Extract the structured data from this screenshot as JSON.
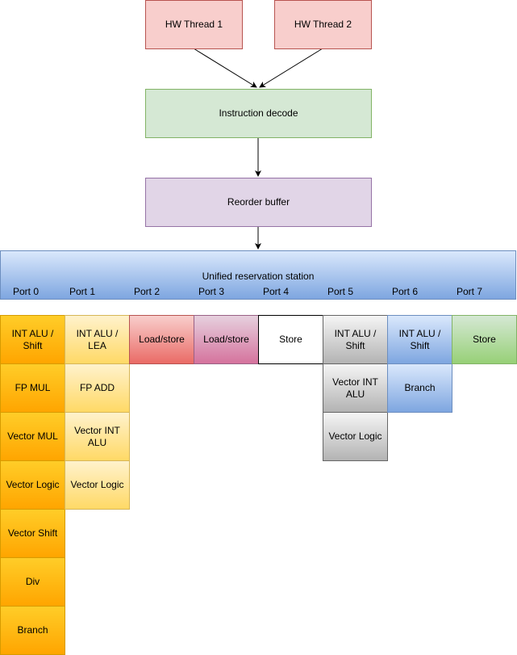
{
  "threads": [
    "HW Thread 1",
    "HW Thread 2"
  ],
  "decode": "Instruction decode",
  "reorder": "Reorder buffer",
  "reservation_station": {
    "title": "Unified reservation station",
    "ports": [
      "Port 0",
      "Port 1",
      "Port 2",
      "Port 3",
      "Port 4",
      "Port 5",
      "Port 6",
      "Port 7"
    ]
  },
  "units": {
    "port0": [
      "INT ALU / Shift",
      "FP MUL",
      "Vector MUL",
      "Vector Logic",
      "Vector Shift",
      "Div",
      "Branch"
    ],
    "port1": [
      "INT ALU / LEA",
      "FP ADD",
      "Vector INT ALU",
      "Vector Logic"
    ],
    "port2": [
      "Load/store"
    ],
    "port3": [
      "Load/store"
    ],
    "port4": [
      "Store"
    ],
    "port5": [
      "INT ALU / Shift",
      "Vector INT ALU",
      "Vector Logic"
    ],
    "port6": [
      "INT ALU / Shift",
      "Branch"
    ],
    "port7": [
      "Store"
    ]
  }
}
